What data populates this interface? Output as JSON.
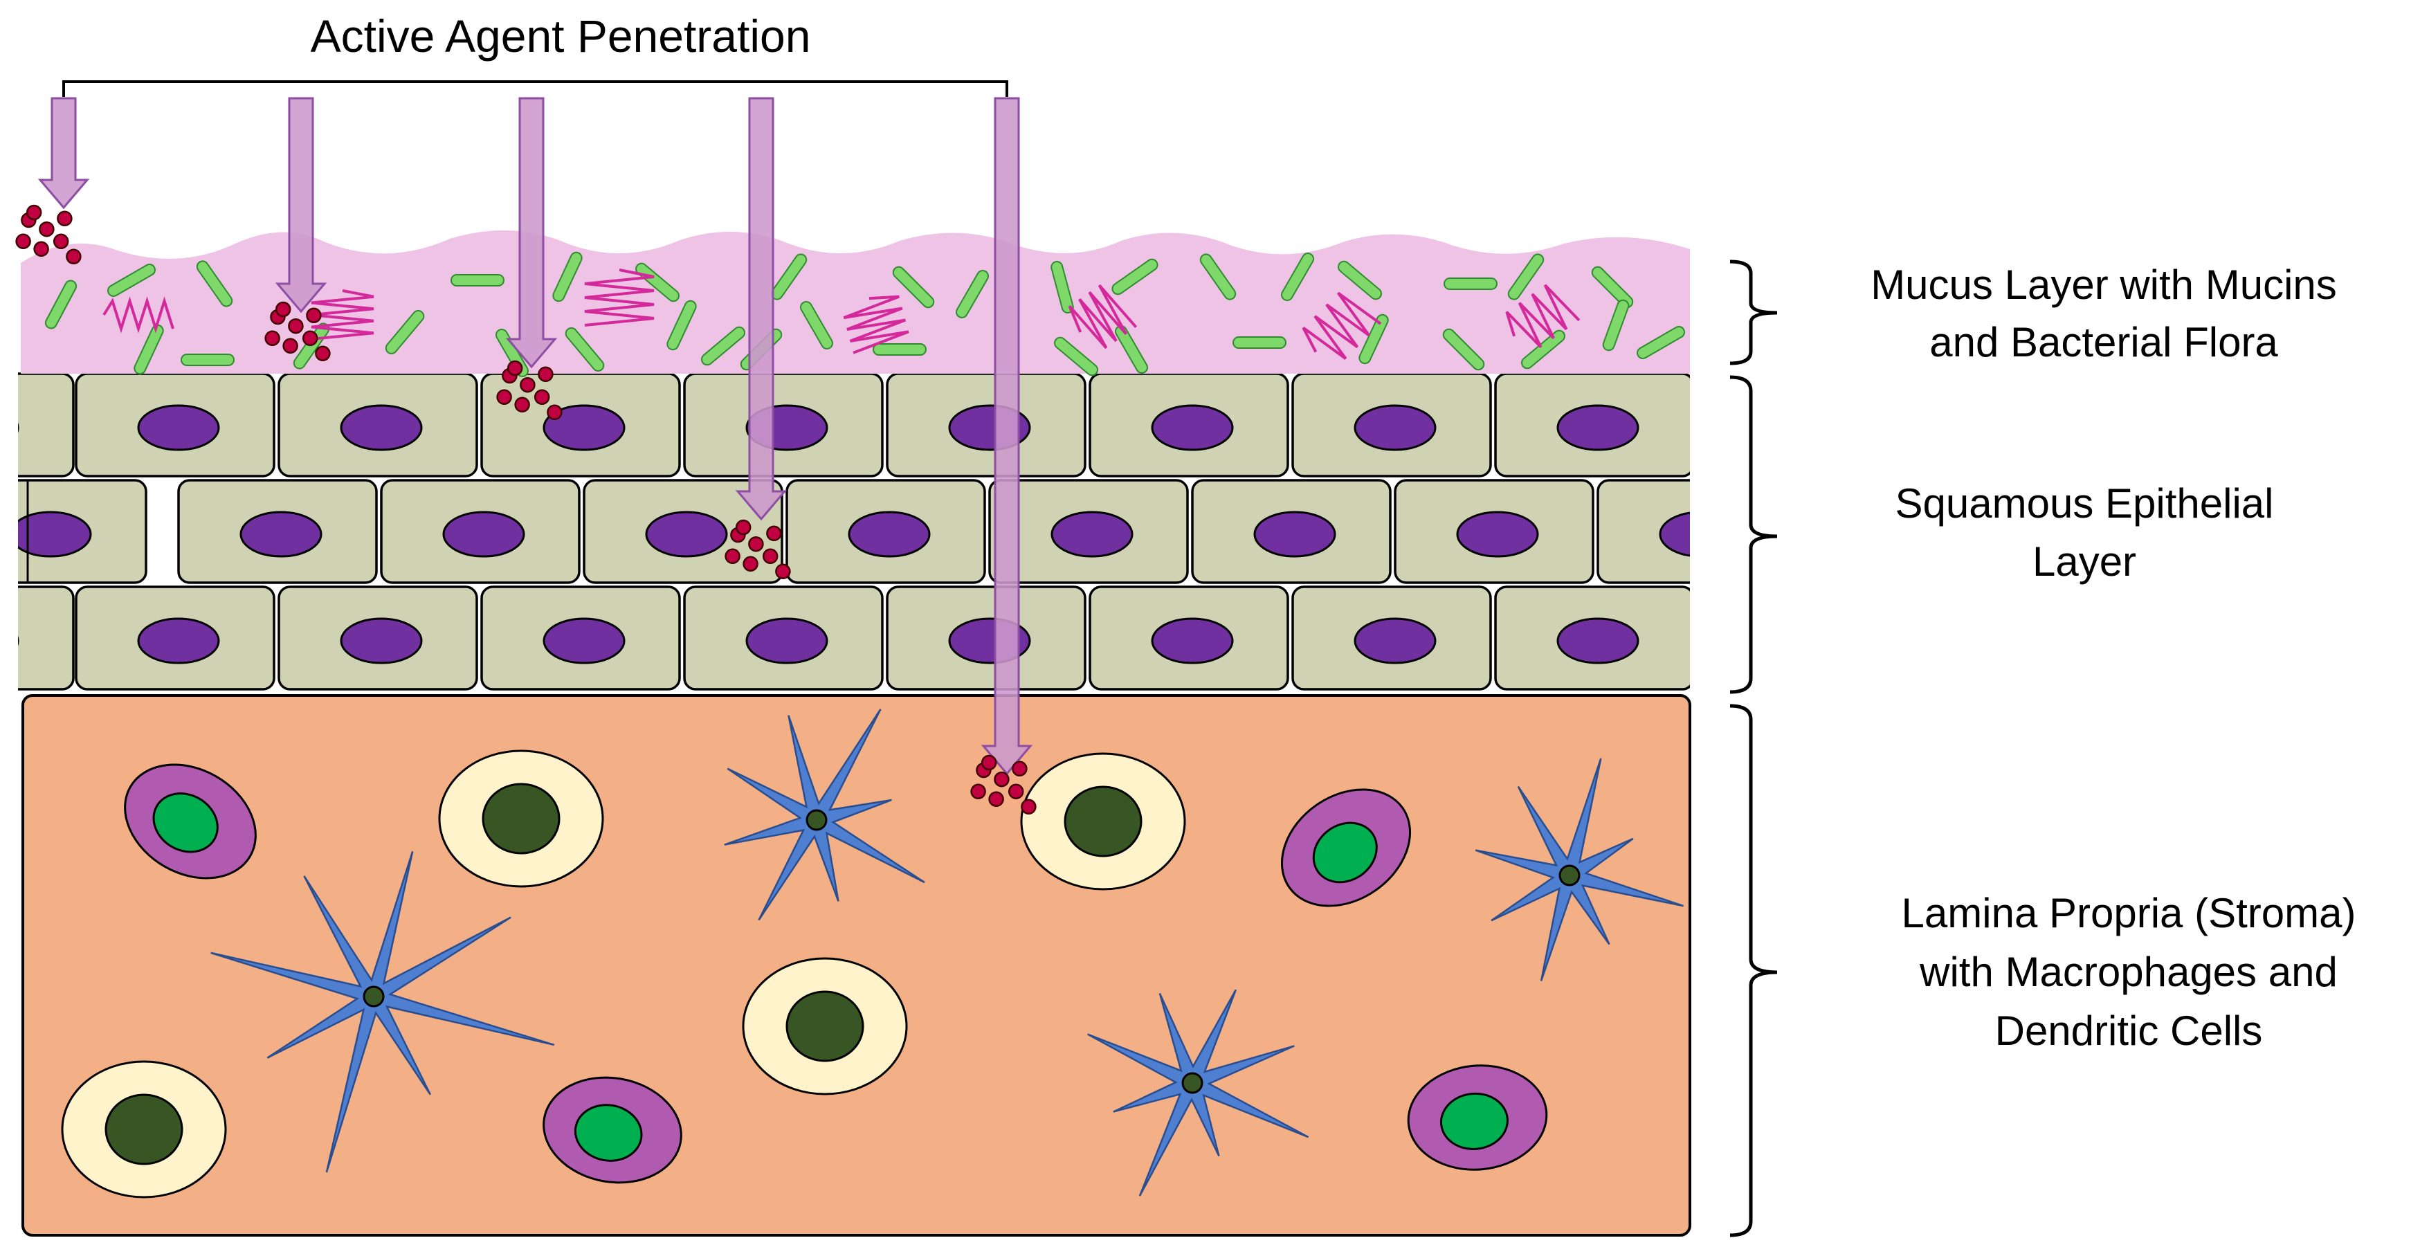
{
  "title": "Active Agent Penetration",
  "layers": [
    {
      "id": "mucus",
      "lines": [
        "Mucus Layer with Mucins",
        "and Bacterial Flora"
      ]
    },
    {
      "id": "epithelium",
      "lines": [
        "Squamous Epithelial",
        "Layer"
      ]
    },
    {
      "id": "lamina",
      "lines": [
        "Lamina Propria (Stroma)",
        "with Macrophages and",
        "Dendritic Cells"
      ]
    }
  ],
  "colors": {
    "mucus": "#efc3e6",
    "epithelial_cell": "#cfd3b4",
    "nucleus": "#7030a0",
    "stroma": "#f3b086",
    "arrow": "#cc99cc",
    "arrow_stroke": "#8e4ea3",
    "particle": "#c00040",
    "bacteria": "#7fd86a",
    "mucin": "#d4299a",
    "dendritic": "#4f7fd0",
    "macrophage_outer": "#b05ab0",
    "macrophage_inner": "#00b050",
    "lymph_outer": "#fff3cc",
    "lymph_inner": "#375623"
  }
}
